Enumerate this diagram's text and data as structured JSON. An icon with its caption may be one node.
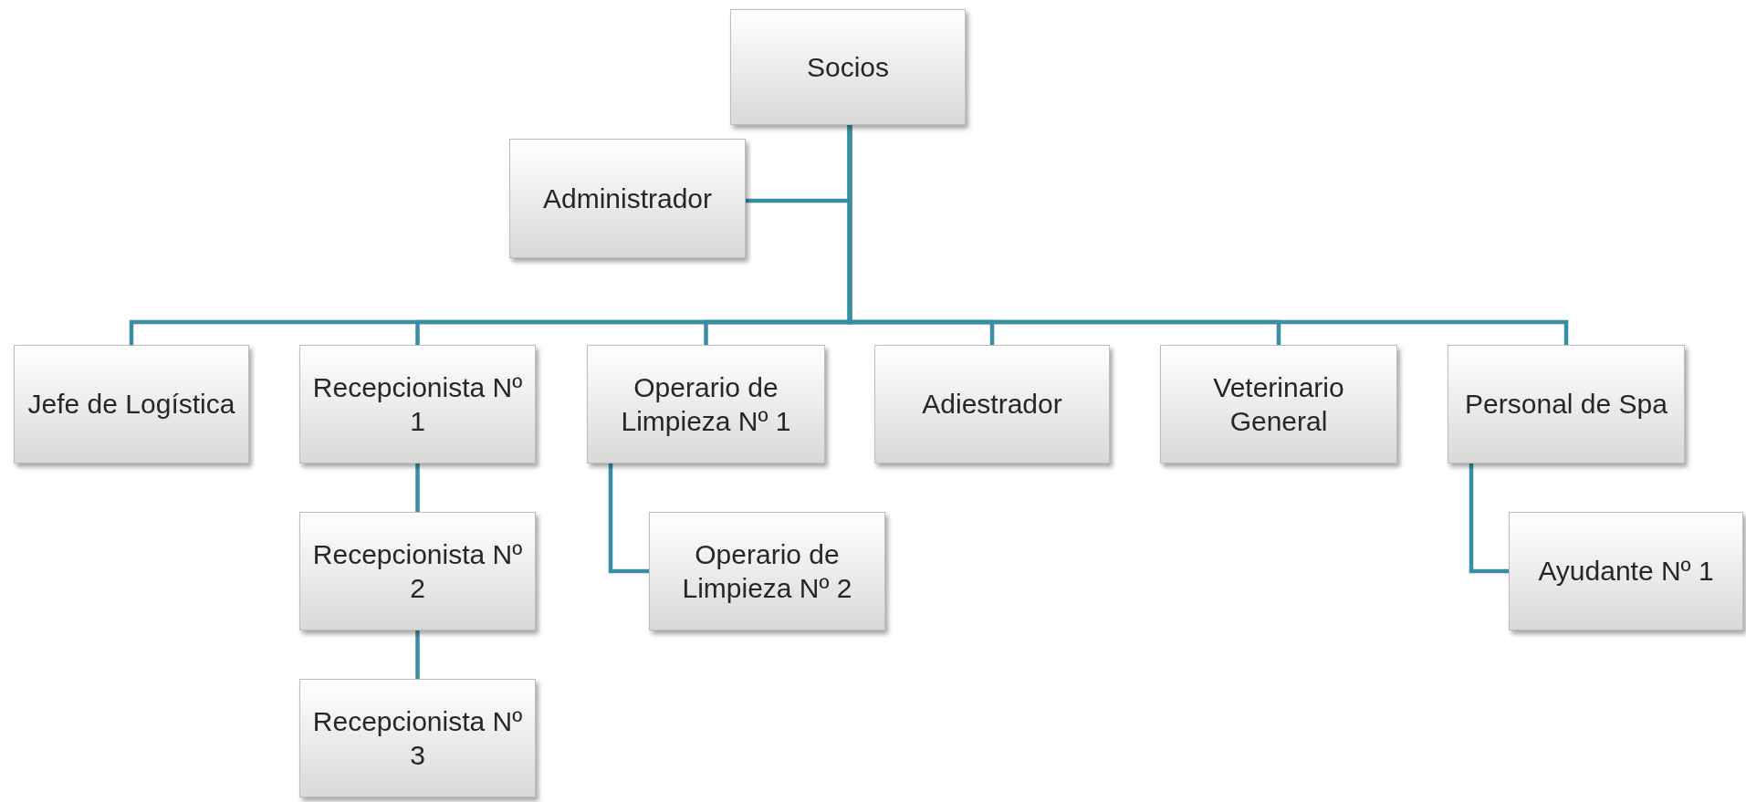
{
  "diagram": {
    "nodes": [
      {
        "text": [
          "Socios"
        ]
      },
      {
        "text": [
          "Administrador"
        ]
      },
      {
        "text": [
          "Jefe de Logística"
        ]
      },
      {
        "text": [
          "Recepcionista Nº 1"
        ]
      },
      {
        "text": [
          "Operario de Limpieza Nº 1"
        ]
      },
      {
        "text": [
          "Adiestrador"
        ]
      },
      {
        "text": [
          "Veterinario General"
        ]
      },
      {
        "text": [
          "Personal de Spa"
        ]
      },
      {
        "text": [
          "Recepcionista Nº 2"
        ]
      },
      {
        "text": [
          "Operario de Limpieza Nº 2"
        ]
      },
      {
        "text": [
          "Ayudante Nº 1"
        ]
      },
      {
        "text": [
          "Recepcionista Nº 3"
        ]
      }
    ],
    "edges": [
      {
        "from": 0,
        "to": 1,
        "arrow": "none"
      },
      {
        "from": 0,
        "to": 2,
        "arrow": "none"
      },
      {
        "from": 0,
        "to": 3,
        "arrow": "none"
      },
      {
        "from": 0,
        "to": 4,
        "arrow": "none"
      },
      {
        "from": 0,
        "to": 5,
        "arrow": "none"
      },
      {
        "from": 0,
        "to": 6,
        "arrow": "none"
      },
      {
        "from": 0,
        "to": 7,
        "arrow": "none"
      },
      {
        "from": 3,
        "to": 8,
        "arrow": "none"
      },
      {
        "from": 8,
        "to": 11,
        "arrow": "none"
      },
      {
        "from": 4,
        "to": 9,
        "arrow": "none"
      },
      {
        "from": 7,
        "to": 10,
        "arrow": "none"
      }
    ]
  }
}
